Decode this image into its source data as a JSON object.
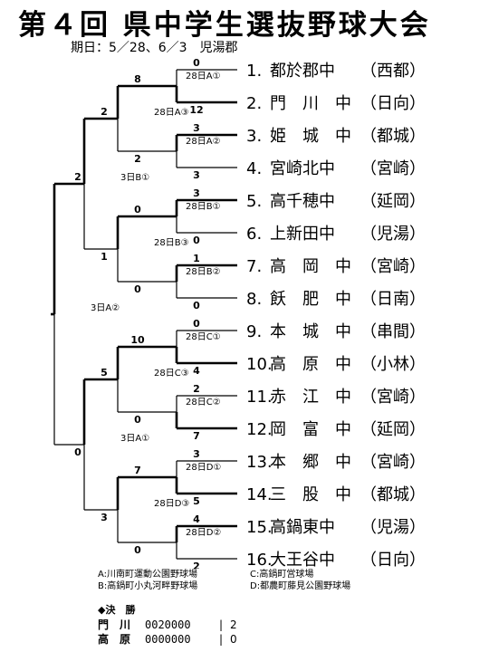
{
  "title": "第４回 県中学生選抜野球大会",
  "subtitle": "期日：5／28、6／3　児湯郡",
  "teams": [
    {
      "num": "1.",
      "name": "都於郡中",
      "region": "（西都）"
    },
    {
      "num": "2.",
      "name": "門　川　中",
      "region": "（日向）"
    },
    {
      "num": "3.",
      "name": "姫　城　中",
      "region": "（都城）"
    },
    {
      "num": "4.",
      "name": "宮崎北中",
      "region": "（宮崎）"
    },
    {
      "num": "5.",
      "name": "高千穂中",
      "region": "（延岡）"
    },
    {
      "num": "6.",
      "name": "上新田中",
      "region": "（児湯）"
    },
    {
      "num": "7.",
      "name": "高　岡　中",
      "region": "（宮崎）"
    },
    {
      "num": "8.",
      "name": "飫　肥　中",
      "region": "（日南）"
    },
    {
      "num": "9.",
      "name": "本　城　中",
      "region": "（串間）"
    },
    {
      "num": "10.",
      "name": "高　原　中",
      "region": "（小林）"
    },
    {
      "num": "11.",
      "name": "赤　江　中",
      "region": "（宮崎）"
    },
    {
      "num": "12.",
      "name": "岡　富　中",
      "region": "（延岡）"
    },
    {
      "num": "13.",
      "name": "本　郷　中",
      "region": "（宮崎）"
    },
    {
      "num": "14.",
      "name": "三　股　中",
      "region": "（都城）"
    },
    {
      "num": "15.",
      "name": "高鍋東中",
      "region": "（児湯）"
    },
    {
      "num": "16.",
      "name": "大王谷中",
      "region": "（日向）"
    }
  ],
  "round1": [
    {
      "label": "28日A①",
      "top_score": "0",
      "bottom_score": "12",
      "winner": "bottom"
    },
    {
      "label": "28日A②",
      "top_score": "3",
      "bottom_score": "3",
      "winner": "top"
    },
    {
      "label": "28日B①",
      "top_score": "3",
      "bottom_score": "0",
      "winner": "top"
    },
    {
      "label": "28日B②",
      "top_score": "1",
      "bottom_score": "0",
      "winner": "top"
    },
    {
      "label": "28日C①",
      "top_score": "0",
      "bottom_score": "4",
      "winner": "bottom"
    },
    {
      "label": "28日C②",
      "top_score": "2",
      "bottom_score": "7",
      "winner": "bottom"
    },
    {
      "label": "28日D①",
      "top_score": "3",
      "bottom_score": "5",
      "winner": "bottom"
    },
    {
      "label": "28日D②",
      "top_score": "4",
      "bottom_score": "2",
      "winner": "top"
    }
  ],
  "round2": [
    {
      "label": "28日A③",
      "top_score": "8",
      "bottom_score": "2",
      "winner": "top"
    },
    {
      "label": "28日B③",
      "top_score": "0",
      "bottom_score": "0",
      "winner": "top"
    },
    {
      "label": "28日C③",
      "top_score": "10",
      "bottom_score": "0",
      "winner": "top"
    },
    {
      "label": "28日D③",
      "top_score": "7",
      "bottom_score": "0",
      "winner": "top"
    }
  ],
  "round3": [
    {
      "label": "3日B①",
      "top_score": "2",
      "bottom_score": "1",
      "winner": "top"
    },
    {
      "label": "3日A①",
      "top_score": "5",
      "bottom_score": "3",
      "winner": "top"
    }
  ],
  "final_match": {
    "label": "3日A②",
    "top_score": "2",
    "bottom_score": "0",
    "winner": "top"
  },
  "venues": [
    "A:川南町運動公園野球場",
    "C:高鍋町営球場",
    "B:高鍋町小丸河畔野球場",
    "D:都農町藤見公園野球場"
  ],
  "final_heading": "◆決　勝",
  "final_rows": [
    {
      "name": "門　川",
      "line": "0020000",
      "sep": "|",
      "total": "2"
    },
    {
      "name": "高　原",
      "line": "0000000",
      "sep": "|",
      "total": "0"
    }
  ]
}
